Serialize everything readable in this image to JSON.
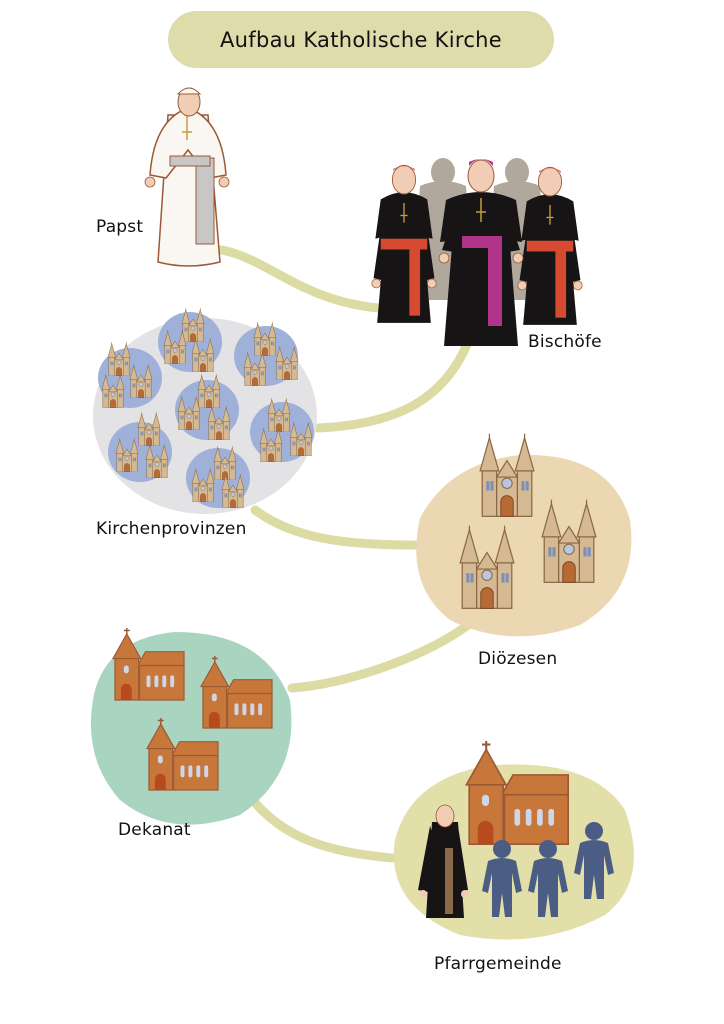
{
  "title": "Aufbau Katholische Kirche",
  "nodes": {
    "papst": "Papst",
    "bischoefe": "Bischöfe",
    "kirchenprovinzen": "Kirchenprovinzen",
    "dioezesen": "Diözesen",
    "dekanat": "Dekanat",
    "pfarrgemeinde": "Pfarrgemeinde"
  },
  "colors": {
    "connector": "#dcdba3",
    "title_bg": "#dedcab",
    "provinces_bg": "#e3e3e6",
    "province_bubble": "#9fb0d9",
    "dioceses_bg": "#ecd7b3",
    "dekanat_bg": "#a9d4bf",
    "parish_bg": "#e2e0a8",
    "cathedral": "#d4b992",
    "church": "#c8773a",
    "outline": "#9b5a35",
    "cassock": "#161414",
    "sash_red": "#d64a32",
    "sash_magenta": "#b2338a",
    "people_blue": "#4c5d85"
  }
}
